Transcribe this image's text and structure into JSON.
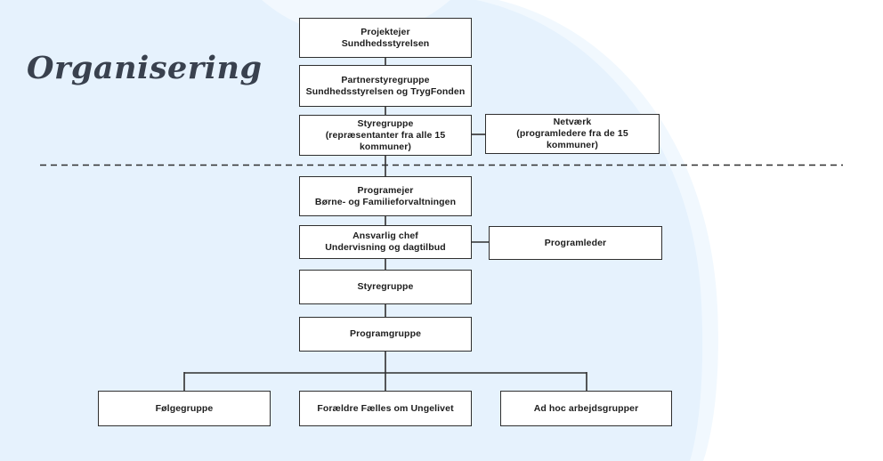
{
  "slide": {
    "title": "Organisering"
  },
  "colors": {
    "background": "#ffffff",
    "blob_blue": "#e6f2fd",
    "blob_rim": "#f1f8fe",
    "blob_highlight": "#f3f9fe",
    "connector_line": "#2f2f2f",
    "dashed_divider_line": "#2f2f2f",
    "box_fill": "#ffffff",
    "box_border": "#2f2f2f",
    "box_text": "#1d1d1d",
    "title_text": "#39414e"
  },
  "org_chart": {
    "nodes": [
      {
        "id": "projektejer",
        "lines": [
          "Projektejer",
          "Sundhedsstyrelsen"
        ]
      },
      {
        "id": "partnerstyregruppe",
        "lines": [
          "Partnerstyregruppe",
          "Sundhedsstyrelsen og TrygFonden"
        ]
      },
      {
        "id": "styregruppe-kommuner",
        "lines": [
          "Styregruppe",
          "(repræsentanter fra alle 15",
          "kommuner)"
        ]
      },
      {
        "id": "netvaerk",
        "lines": [
          "Netværk",
          "(programledere fra de 15",
          "kommuner)"
        ]
      },
      {
        "id": "programejer",
        "lines": [
          "Programejer",
          "Børne- og Familieforvaltningen"
        ]
      },
      {
        "id": "ansvarlig-chef",
        "lines": [
          "Ansvarlig chef",
          "Undervisning og dagtilbud"
        ]
      },
      {
        "id": "programleder",
        "lines": [
          "Programleder"
        ]
      },
      {
        "id": "styregruppe",
        "lines": [
          "Styregruppe"
        ]
      },
      {
        "id": "programgruppe",
        "lines": [
          "Programgruppe"
        ]
      },
      {
        "id": "foelgegruppe",
        "lines": [
          "Følgegruppe"
        ]
      },
      {
        "id": "foraeldre-faelles-om-ungelivet",
        "lines": [
          "Forældre Fælles om Ungelivet"
        ]
      },
      {
        "id": "ad-hoc-arbejdsgrupper",
        "lines": [
          "Ad hoc arbejdsgrupper"
        ]
      }
    ]
  }
}
